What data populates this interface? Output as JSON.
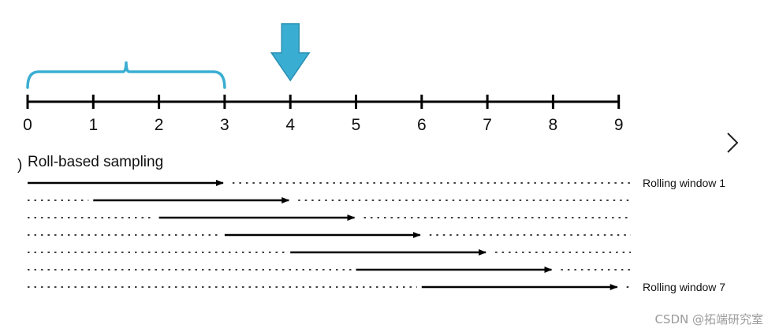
{
  "axis": {
    "ticks": [
      "0",
      "1",
      "2",
      "3",
      "4",
      "5",
      "6",
      "7",
      "8",
      "9"
    ]
  },
  "window_bracket": {
    "from": 0,
    "to": 3
  },
  "target_arrow": {
    "at": 4
  },
  "section": {
    "title": "Roll-based sampling",
    "stray_mark": ")"
  },
  "rows": [
    {
      "start": 0,
      "end": 3,
      "label": "Rolling window 1"
    },
    {
      "start": 1,
      "end": 4,
      "label": ""
    },
    {
      "start": 2,
      "end": 5,
      "label": ""
    },
    {
      "start": 3,
      "end": 6,
      "label": ""
    },
    {
      "start": 4,
      "end": 7,
      "label": ""
    },
    {
      "start": 5,
      "end": 8,
      "label": ""
    },
    {
      "start": 6,
      "end": 9,
      "label": "Rolling window 7"
    }
  ],
  "watermark": "CSDN @拓端研究室",
  "colors": {
    "accent": "#3aaed2",
    "bracket": "#3aaed2",
    "line": "#000000"
  },
  "icons": {
    "next": "chevron-right-icon"
  }
}
